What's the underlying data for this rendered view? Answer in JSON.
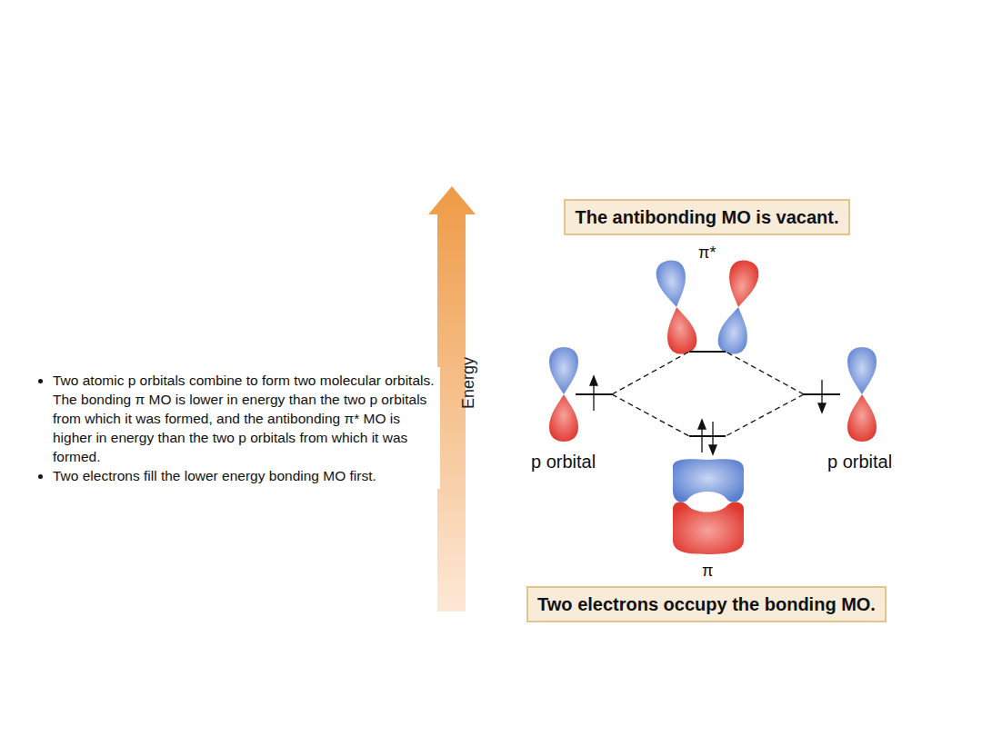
{
  "diagram": {
    "nodes": [
      {
        "text": [
          "The antibonding MO is vacant."
        ]
      },
      {
        "text": [
          "Two electrons occupy the bonding MO."
        ]
      }
    ],
    "labels": [
      "Two atomic p orbitals combine to form two molecular orbitals. The bonding π MO is lower in energy than the two p orbitals from which it was formed, and the antibonding π* MO is higher in energy than the two p orbitals from which it was formed.",
      "Two electrons fill the lower energy bonding MO first.",
      "Energy",
      "π*",
      "p orbital",
      "p orbital",
      "π"
    ]
  }
}
